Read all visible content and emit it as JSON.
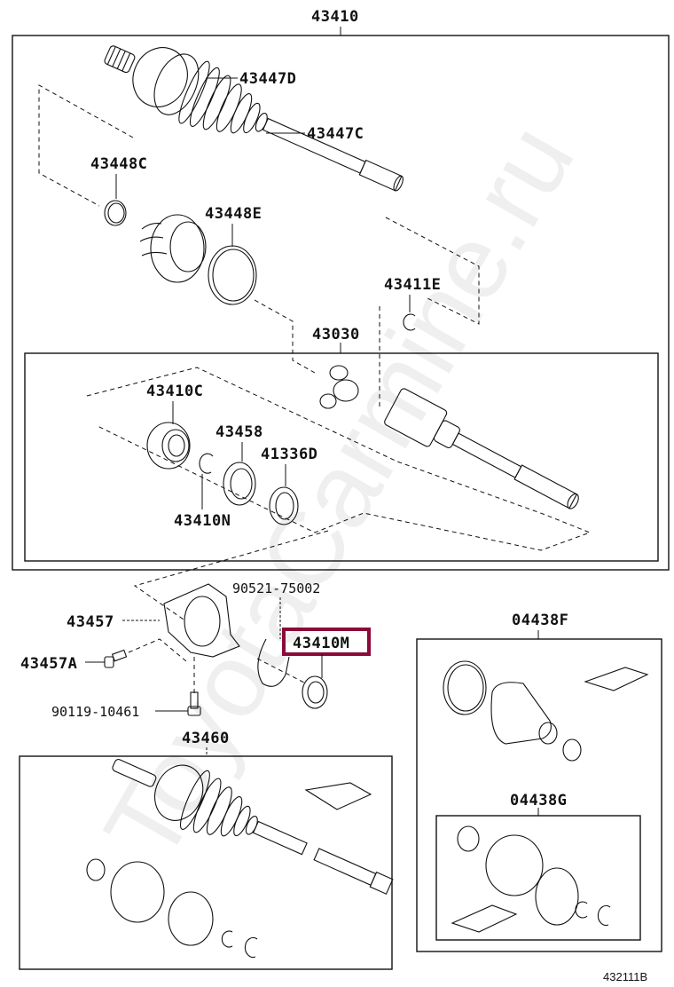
{
  "diagram": {
    "type": "exploded parts diagram",
    "subject": "Front drive shaft assembly",
    "watermark": "ToyotaCarMine.ru",
    "figure_ref": "432111B",
    "highlight_color": "#8b0a3a",
    "highlighted_part": "43410M",
    "groups": [
      {
        "id": "43410",
        "label": "43410",
        "contains": [
          "43447D",
          "43447C",
          "43448C",
          "43448E",
          "43411E",
          "43030"
        ]
      },
      {
        "id": "43030",
        "label": "43030",
        "contains": [
          "43410C",
          "43458",
          "41336D",
          "43410N"
        ]
      },
      {
        "id": "43460",
        "label": "43460",
        "contains": []
      },
      {
        "id": "04438F",
        "label": "04438F",
        "contains": [
          "04438G"
        ]
      },
      {
        "id": "04438G",
        "label": "04438G",
        "contains": []
      }
    ],
    "parts": {
      "p43447D": "43447D",
      "p43447C": "43447C",
      "p43448C": "43448C",
      "p43448E": "43448E",
      "p43411E": "43411E",
      "p43410C": "43410C",
      "p43458": "43458",
      "p41336D": "41336D",
      "p43410N": "43410N",
      "p90521": "90521-75002",
      "p43457": "43457",
      "p43457A": "43457A",
      "p43410M": "43410M",
      "p90119": "90119-10461"
    },
    "watermark_parts": [
      "Toyota",
      "Carmine",
      ".ru"
    ]
  }
}
